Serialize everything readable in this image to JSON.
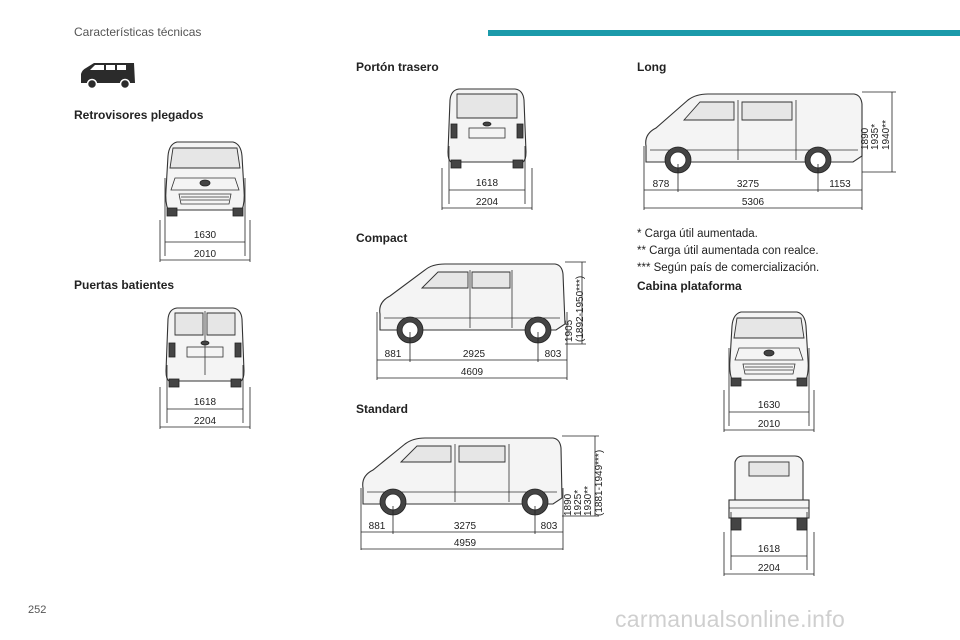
{
  "header": {
    "section_title": "Características técnicas"
  },
  "footer": {
    "page_number": "252",
    "watermark": "carmanualsonline.info"
  },
  "sections": {
    "retrovisores": {
      "title": "Retrovisores plegados",
      "inner": "1630",
      "outer": "2010"
    },
    "puertas": {
      "title": "Puertas batientes",
      "inner": "1618",
      "outer": "2204"
    },
    "porton": {
      "title": "Portón trasero",
      "inner": "1618",
      "outer": "2204"
    },
    "compact": {
      "title": "Compact",
      "front": "881",
      "wheelbase": "2925",
      "rear": "803",
      "total": "4609",
      "height_lines": [
        "1905",
        "(1892-1950***)"
      ]
    },
    "standard": {
      "title": "Standard",
      "front": "881",
      "wheelbase": "3275",
      "rear": "803",
      "total": "4959",
      "height_lines": [
        "1890",
        "1925*",
        "1930**",
        "(1881-1949***)"
      ]
    },
    "long": {
      "title": "Long",
      "front": "878",
      "wheelbase": "3275",
      "rear": "1153",
      "total": "5306",
      "height_lines": [
        "1890",
        "1935*",
        "1940**"
      ]
    },
    "cabina": {
      "title": "Cabina plataforma",
      "front_inner": "1630",
      "front_outer": "2010",
      "rear_inner": "1618",
      "rear_outer": "2204"
    }
  },
  "notes": {
    "n1": "* Carga útil aumentada.",
    "n2": "** Carga útil aumentada con realce.",
    "n3": "*** Según país de comercialización."
  },
  "icons": [
    "van-icon"
  ]
}
